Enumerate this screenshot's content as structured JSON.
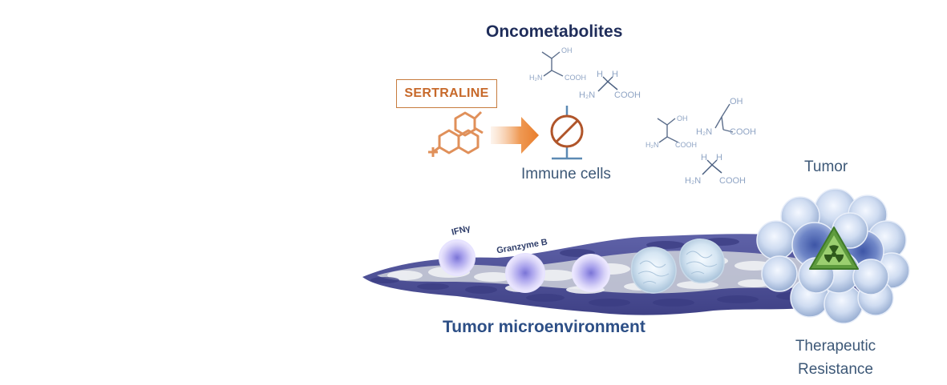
{
  "title": "Oncometabolites",
  "drug": {
    "label": "SERTRALINE"
  },
  "labels": {
    "immune_cells": "Immune cells",
    "tumor": "Tumor",
    "microenvironment": "Tumor microenvironment",
    "resistance_line1": "Therapeutic",
    "resistance_line2": "Resistance"
  },
  "cytokines": {
    "ifn_gamma": "IFNγ",
    "granzyme_b": "Granzyme B"
  },
  "molecules": {
    "serine": {
      "oh": "OH",
      "h2n": "H₂N",
      "cooh": "COOH"
    },
    "glycine": {
      "h": "H",
      "h2n": "H₂N",
      "cooh": "COOH"
    }
  },
  "colors": {
    "title": "#1f2d5a",
    "drug": "#c7692a",
    "arrow": "#e87d2b",
    "inhibitor": "#b0552a",
    "label": "#3d5877",
    "tme_title": "#2d4f86",
    "molecule": "#8fa4c4",
    "tissue_dark": "#4c4f93",
    "tissue_light": "#c9ccd4",
    "hazard": "#5e9b3e"
  }
}
